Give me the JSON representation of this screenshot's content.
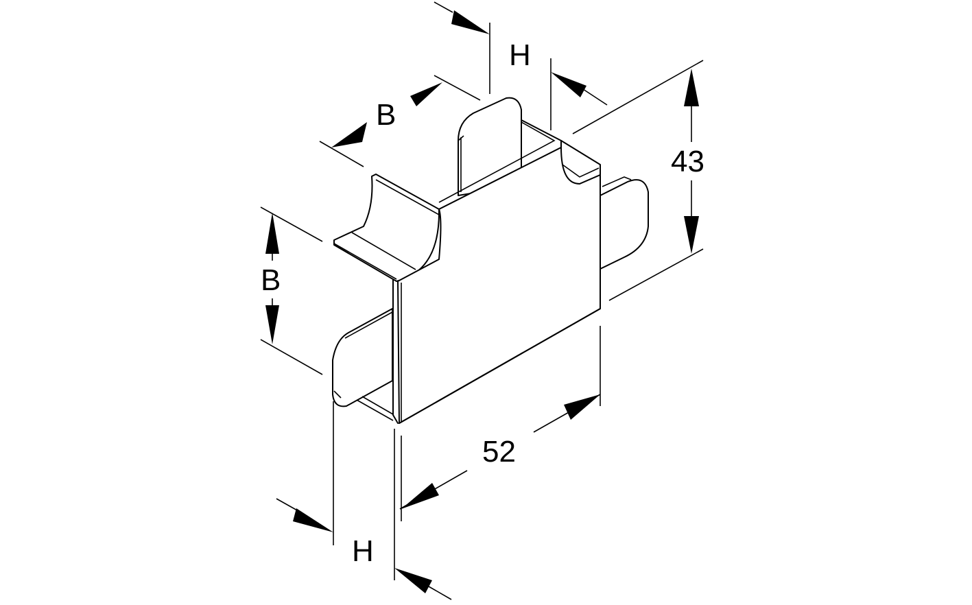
{
  "figure": {
    "type": "isometric technical drawing",
    "subject": "T-piece cover / tee fitting for cable trunking",
    "line_color": "#000000",
    "background_color": "#ffffff"
  },
  "dimensions": {
    "top_width": {
      "label": "B"
    },
    "top_height": {
      "label": "H"
    },
    "overall_height": {
      "label": "43"
    },
    "left_width": {
      "label": "B"
    },
    "length": {
      "label": "52"
    },
    "bottom_height": {
      "label": "H"
    }
  }
}
